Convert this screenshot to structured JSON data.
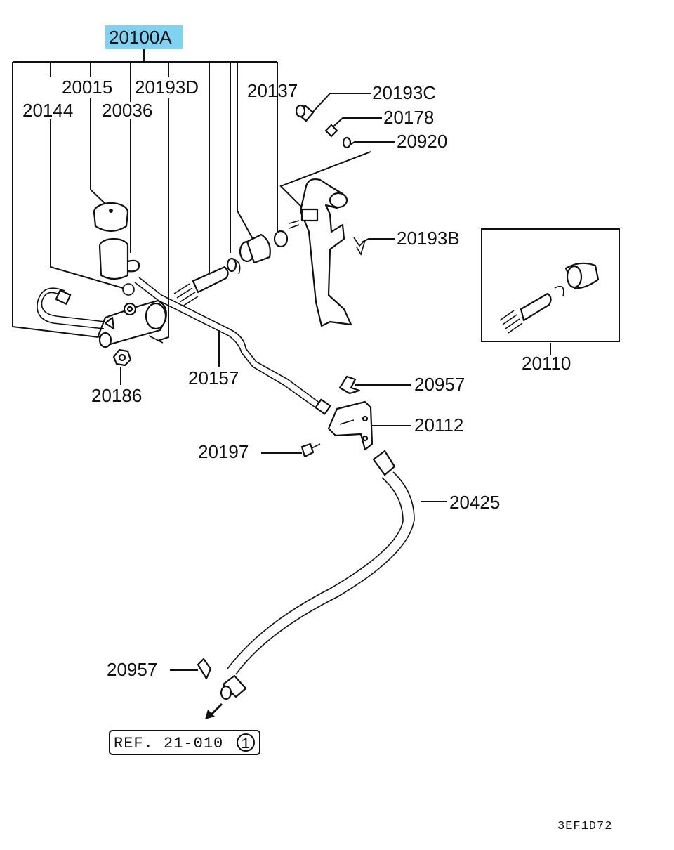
{
  "assembly_label": "20100A",
  "highlight_color": "#7fd3f0",
  "labels": {
    "p20015": "20015",
    "p20193D": "20193D",
    "p20144": "20144",
    "p20036": "20036",
    "p20137": "20137",
    "p20193C": "20193C",
    "p20178": "20178",
    "p20920": "20920",
    "p20193B": "20193B",
    "p20110": "20110",
    "p20186": "20186",
    "p20157": "20157",
    "p20957_top": "20957",
    "p20112": "20112",
    "p20197": "20197",
    "p20425": "20425",
    "p20957_bottom": "20957"
  },
  "reference": {
    "text": "REF. 21-010",
    "circled_number": "1"
  },
  "diagram_code": "3EF1D72"
}
